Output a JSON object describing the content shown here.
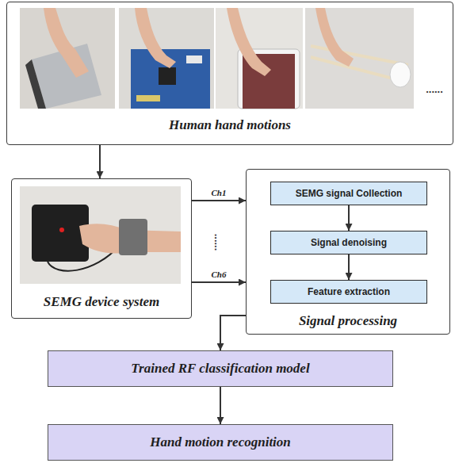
{
  "diagram": {
    "nodes": [
      {
        "text": [
          "Human hand motions"
        ]
      },
      {
        "text": [
          "SEMG device system"
        ]
      },
      {
        "text": [
          "Signal processing"
        ]
      },
      {
        "text": [
          "SEMG signal Collection"
        ],
        "in": 2
      },
      {
        "text": [
          "Signal denoising"
        ],
        "in": 2
      },
      {
        "text": [
          "Feature extraction"
        ],
        "in": 2
      },
      {
        "text": [
          "Trained RF classification model"
        ]
      },
      {
        "text": [
          "Hand motion recognition"
        ]
      }
    ],
    "edges": [
      {
        "from": 0,
        "to": 1,
        "arrow": "to"
      },
      {
        "from": 1,
        "to": 2,
        "label": "Ch1",
        "arrow": "to"
      },
      {
        "from": 1,
        "to": 2,
        "label": "Ch6",
        "arrow": "to"
      },
      {
        "from": 3,
        "to": 4,
        "arrow": "to"
      },
      {
        "from": 4,
        "to": 5,
        "arrow": "to"
      },
      {
        "from": 2,
        "to": 6,
        "arrow": "to"
      },
      {
        "from": 6,
        "to": 7,
        "arrow": "to"
      }
    ],
    "labels": [
      "......",
      "......"
    ]
  }
}
